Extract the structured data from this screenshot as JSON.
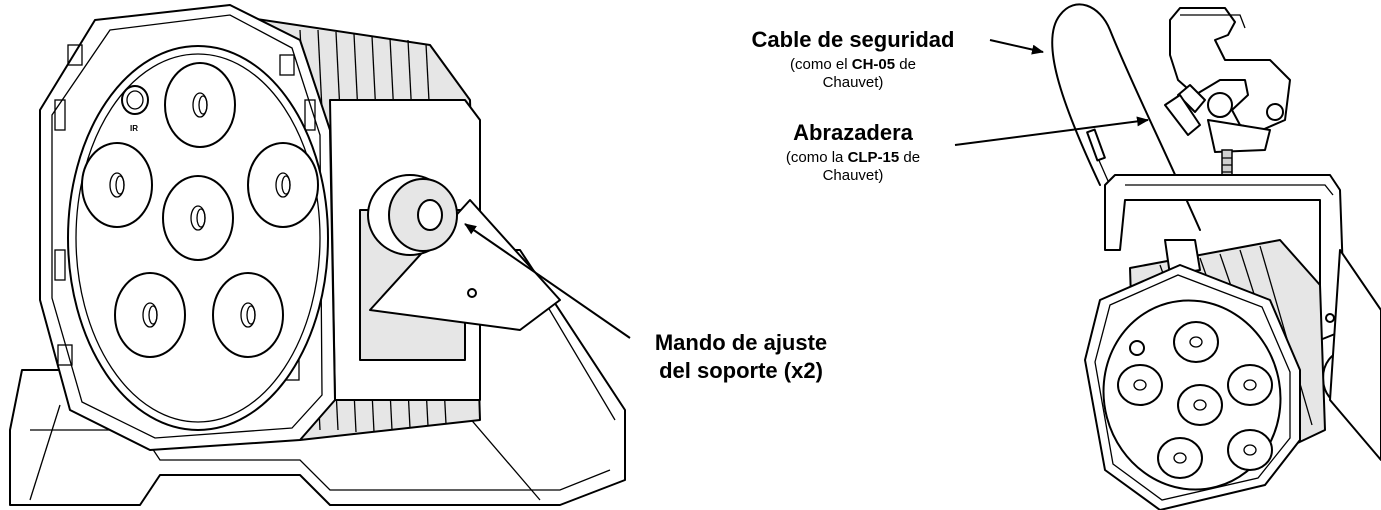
{
  "labels": {
    "safety_cable": {
      "title": "Cable de seguridad",
      "note_prefix": "(como el ",
      "note_model": "CH-05",
      "note_suffix": " de",
      "note_line2": "Chauvet)"
    },
    "clamp": {
      "title": "Abrazadera",
      "note_prefix": "(como la ",
      "note_model": "CLP-15",
      "note_suffix": " de",
      "note_line2": "Chauvet)"
    },
    "knob": {
      "line1": "Mando de ajuste",
      "line2": "del soporte (x2)"
    },
    "ir": "IR"
  },
  "colors": {
    "line": "#000000",
    "background": "#ffffff",
    "shade": "#e6e6e6"
  }
}
